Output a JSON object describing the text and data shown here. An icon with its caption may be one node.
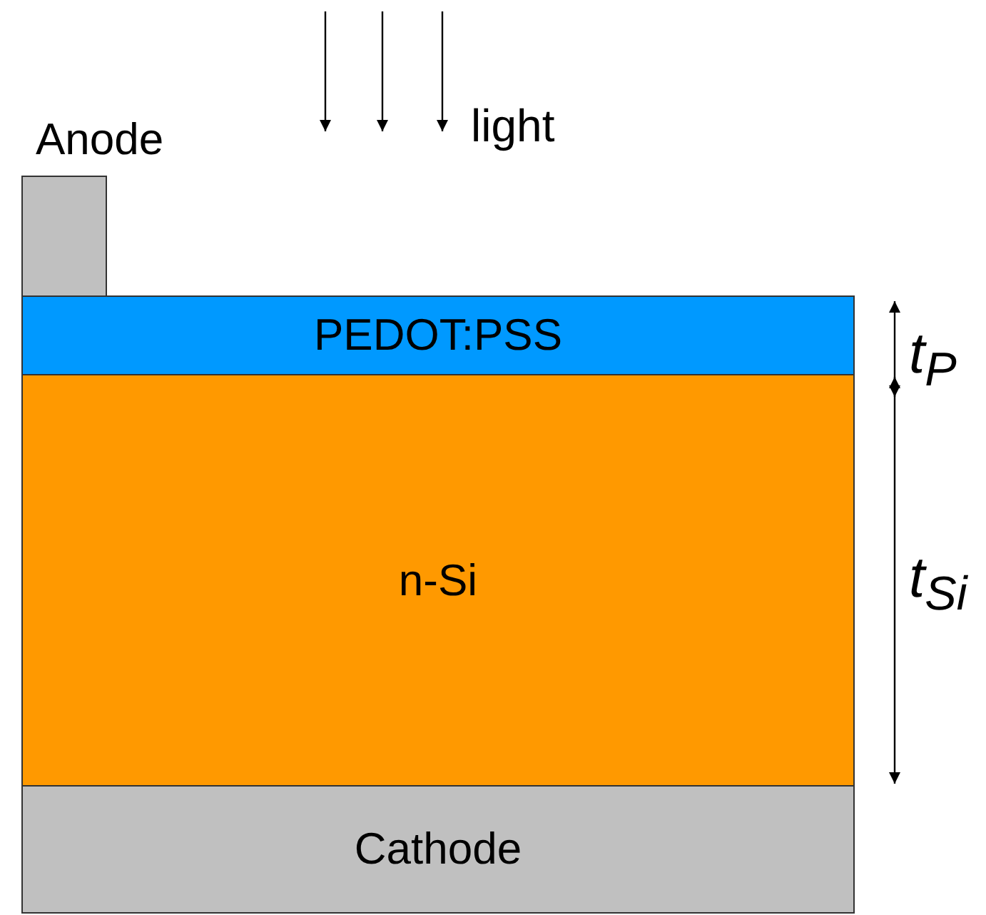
{
  "diagram": {
    "nodes": [
      {
        "text": [
          "Anode"
        ]
      },
      {
        "text": [
          "PEDOT:PSS"
        ]
      },
      {
        "text": [
          "n-Si"
        ]
      },
      {
        "text": [
          "Cathode"
        ]
      }
    ],
    "labels": [
      "light",
      "t$_{P}$",
      "t$_{Si}$"
    ]
  }
}
